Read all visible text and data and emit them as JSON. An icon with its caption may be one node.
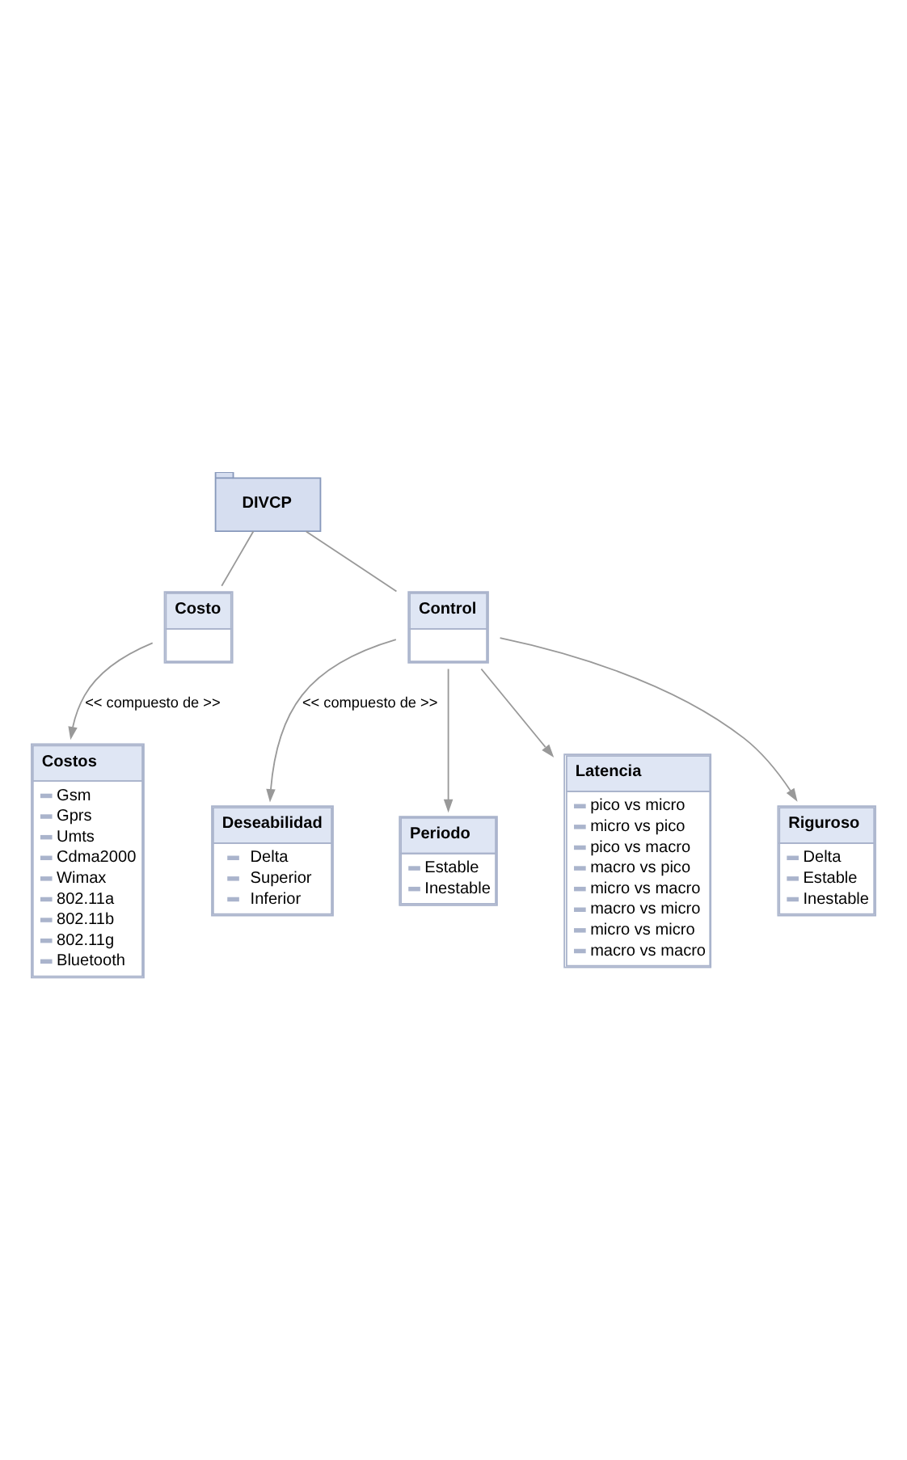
{
  "diagram": {
    "nodes": [
      {
        "text": [
          "DIVCP"
        ]
      },
      {
        "text": [
          "Costo"
        ]
      },
      {
        "text": [
          "Control"
        ]
      },
      {
        "text": [
          "Costos",
          "Gsm",
          "Gprs",
          "Umts",
          "Cdma2000",
          "Wimax",
          "802.11a",
          "802.11b",
          "802.11g",
          "Bluetooth"
        ]
      },
      {
        "text": [
          "Deseabilidad",
          "Delta",
          "Superior",
          "Inferior"
        ]
      },
      {
        "text": [
          "Periodo",
          "Estable",
          "Inestable"
        ]
      },
      {
        "text": [
          "Latencia",
          "pico vs micro",
          "micro vs pico",
          "pico vs macro",
          "macro vs pico",
          "micro vs macro",
          "macro vs micro",
          "micro vs micro",
          "macro vs macro"
        ]
      },
      {
        "text": [
          "Riguroso",
          "Delta",
          "Estable",
          "Inestable"
        ]
      }
    ],
    "edges": [
      {
        "from": 0,
        "to": 1,
        "arrow": "none"
      },
      {
        "from": 0,
        "to": 2,
        "arrow": "none"
      },
      {
        "from": 1,
        "to": 3,
        "arrow": "to",
        "label": "<< compuesto de >>"
      },
      {
        "from": 2,
        "to": 4,
        "arrow": "to",
        "label": "<< compuesto de >>"
      },
      {
        "from": 2,
        "to": 5,
        "arrow": "to"
      },
      {
        "from": 2,
        "to": 6,
        "arrow": "to"
      },
      {
        "from": 2,
        "to": 7,
        "arrow": "to"
      }
    ]
  }
}
